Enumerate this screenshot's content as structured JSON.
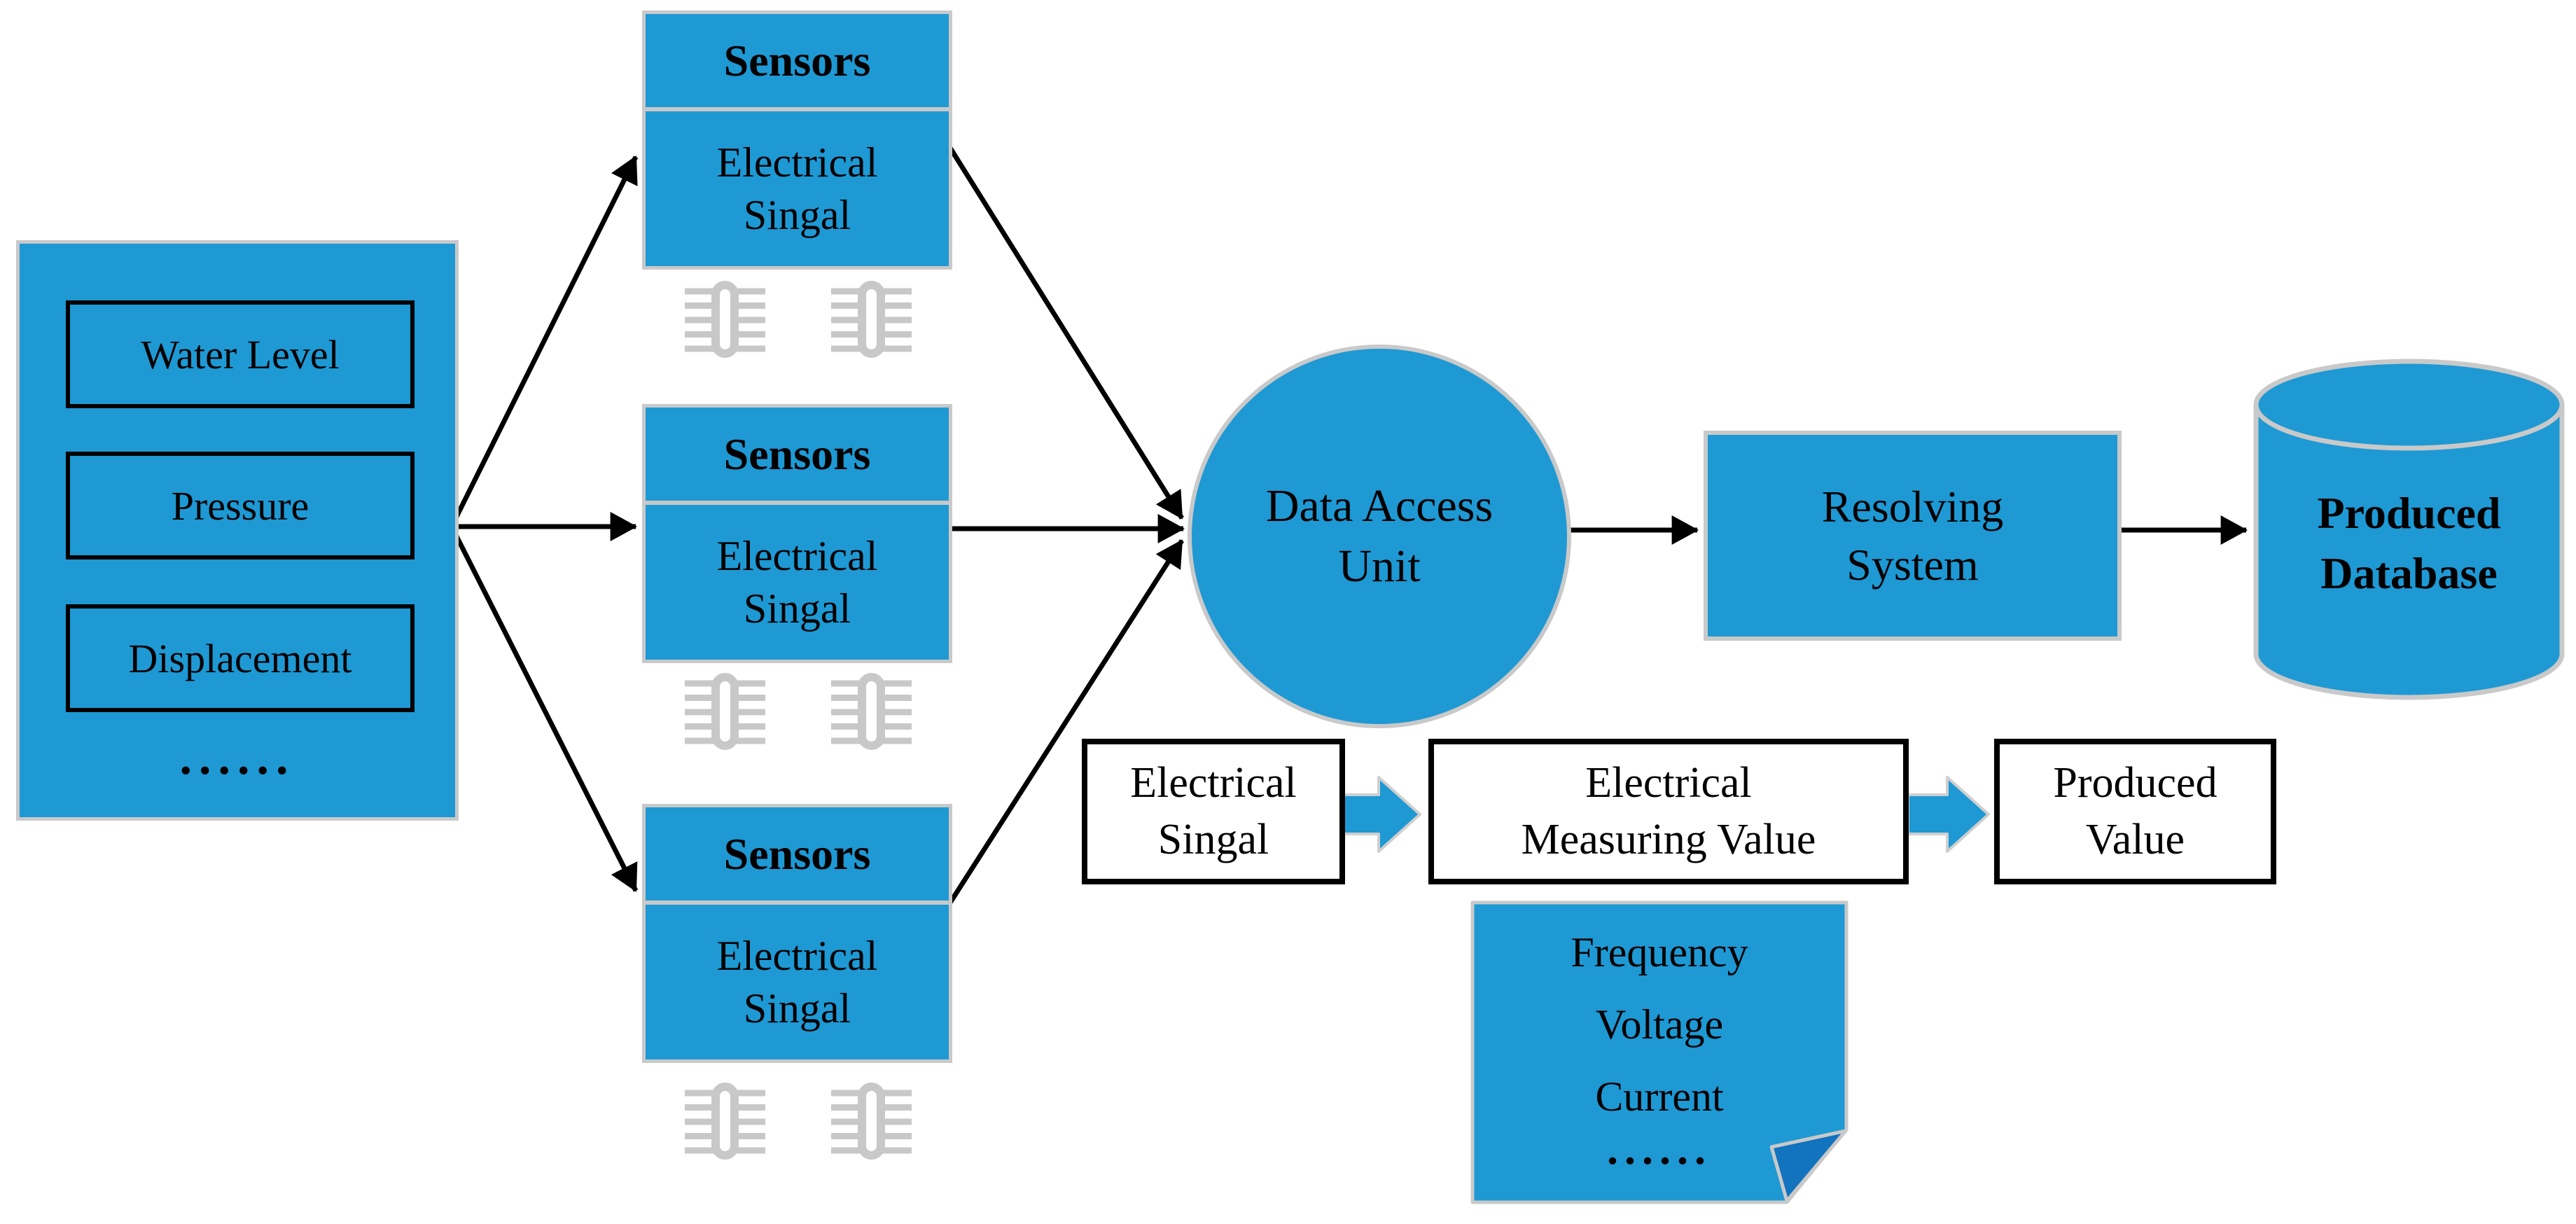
{
  "figure": {
    "type": "flow-diagram",
    "subject": "sensor data acquisition pipeline"
  },
  "colors": {
    "shape_blue": "#1e99d4",
    "fold_blue": "#1273bf",
    "shape_border_gray": "#c9c9c9",
    "chip_icon_gray": "#c8c8c8",
    "arrow_black": "#000000",
    "flow_box_border_black": "#000000"
  },
  "source_panel": {
    "items": [
      "Water Level",
      "Pressure",
      "Displacement"
    ],
    "ellipsis": "......"
  },
  "sensor_groups": [
    {
      "title": "Sensors",
      "signal_lines": [
        "Electrical",
        "Singal"
      ]
    },
    {
      "title": "Sensors",
      "signal_lines": [
        "Electrical",
        "Singal"
      ]
    },
    {
      "title": "Sensors",
      "signal_lines": [
        "Electrical",
        "Singal"
      ]
    }
  ],
  "data_access_unit": {
    "lines": [
      "Data Access",
      "Unit"
    ]
  },
  "resolving_system": {
    "lines": [
      "Resolving",
      "System"
    ]
  },
  "produced_database": {
    "lines": [
      "Produced",
      "Database"
    ]
  },
  "value_flow": {
    "steps": [
      {
        "lines": [
          "Electrical",
          "Singal"
        ]
      },
      {
        "lines": [
          "Electrical",
          "Measuring Value"
        ]
      },
      {
        "lines": [
          "Produced",
          "Value"
        ]
      }
    ]
  },
  "note": {
    "lines": [
      "Frequency",
      "Voltage",
      "Current",
      "......"
    ]
  }
}
